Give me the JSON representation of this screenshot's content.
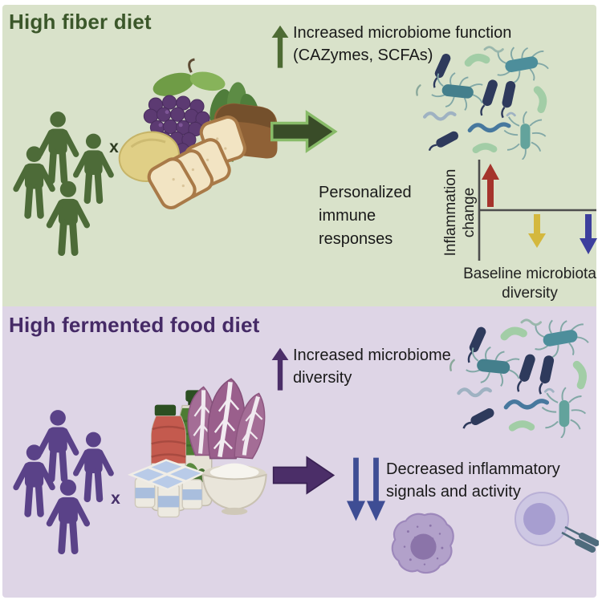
{
  "fiber_panel": {
    "title": "High fiber diet",
    "multiply": "x",
    "function_note": "Increased microbiome function\n(CAZymes, SCFAs)",
    "personalized_note": "Personalized\nimmune\nresponses",
    "chart": {
      "y_label": "Inflammation\nchange",
      "x_label": "Baseline microbiota\ndiversity"
    },
    "colors": {
      "background": "#d9e2ca",
      "title": "#3b572a",
      "people": "#4d6b38",
      "up_arrow": "#4d6b33",
      "block_arrow_fill": "#394c28",
      "block_arrow_outline": "#88bb68"
    }
  },
  "fermented_panel": {
    "title": "High fermented food diet",
    "multiply": "x",
    "diversity_note": "Increased microbiome\ndiversity",
    "inflammation_note": "Decreased inflammatory\nsignals and activity",
    "colors": {
      "background": "#ded5e6",
      "title": "#452a66",
      "people": "#5a4288",
      "up_arrow": "#4b2e68",
      "block_arrow_fill": "#4b2e68",
      "down_arrows": "#3e4d94"
    }
  },
  "chart_data": {
    "type": "annotation",
    "title": "",
    "xlabel": "Baseline microbiota diversity",
    "ylabel": "Inflammation change",
    "axes_qualitative": true,
    "zero_line": true,
    "annotations": [
      {
        "baseline_diversity": "low",
        "inflammation_change": "increase",
        "arrow": "up",
        "arrow_color": "#a5342c"
      },
      {
        "baseline_diversity": "medium",
        "inflammation_change": "decrease (small)",
        "arrow": "down",
        "arrow_color": "#d4b83e"
      },
      {
        "baseline_diversity": "high",
        "inflammation_change": "decrease (large)",
        "arrow": "down",
        "arrow_color": "#3c3f9d"
      }
    ]
  },
  "icons": {
    "people_group": "four-person pictogram cohort",
    "fiber_foods": "grapes, leafy greens, bread loaf with slices, potato",
    "fermented_foods": "kombucha bottles, radicchio, yogurt multipack, yogurt bowl",
    "bacteria_cluster": "mixed rod, bean and spiral microbes",
    "macrophage_cell": "speckled amoeboid immune cell",
    "lymphocyte_cell": "round immune cell with receptors"
  }
}
